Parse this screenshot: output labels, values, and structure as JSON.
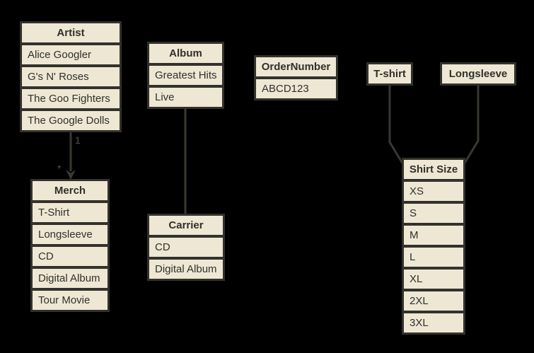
{
  "colors": {
    "bg": "#000000",
    "cell": "#ede7d4",
    "border": "#33312b",
    "text": "#32302a",
    "connector": "#3a3832",
    "label": "#55534b"
  },
  "tables": {
    "artist": {
      "header": "Artist",
      "rows": [
        "Alice Googler",
        "G's N' Roses",
        "The Goo Fighters",
        "The Google Dolls"
      ]
    },
    "album": {
      "header": "Album",
      "rows": [
        "Greatest Hits",
        "Live"
      ]
    },
    "order_number": {
      "header": "OrderNumber",
      "rows": [
        "ABCD123"
      ]
    },
    "tshirt": {
      "header": "T-shirt",
      "rows": []
    },
    "longsleeve": {
      "header": "Longsleeve",
      "rows": []
    },
    "merch": {
      "header": "Merch",
      "rows": [
        "T-Shirt",
        "Longsleeve",
        "CD",
        "Digital Album",
        "Tour Movie"
      ]
    },
    "carrier": {
      "header": "Carrier",
      "rows": [
        "CD",
        "Digital Album"
      ]
    },
    "shirt_size": {
      "header": "Shirt Size",
      "rows": [
        "XS",
        "S",
        "M",
        "L",
        "XL",
        "2XL",
        "3XL"
      ]
    }
  },
  "connections": {
    "artist_merch": {
      "from_label": "1",
      "to_label": "*"
    }
  }
}
